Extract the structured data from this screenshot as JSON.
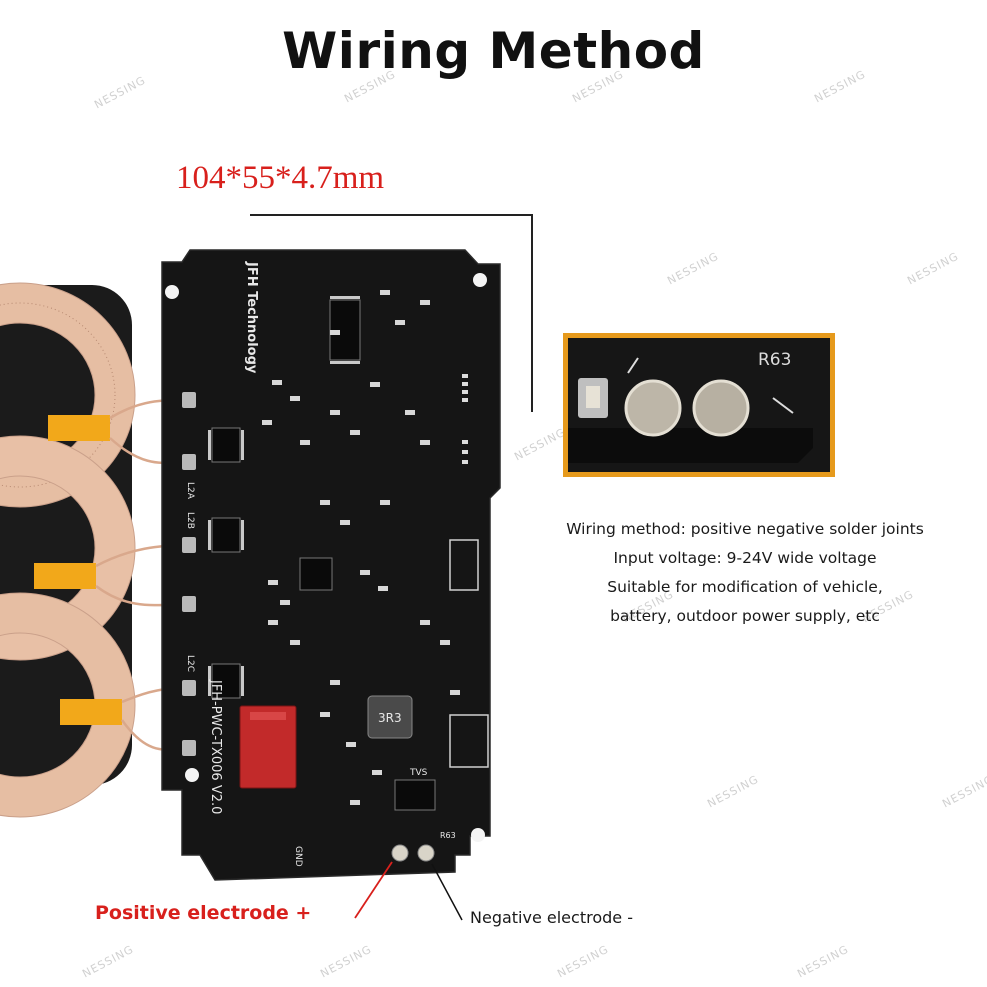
{
  "title": "Wiring Method",
  "dimensions": "104*55*4.7mm",
  "inset_label": "R63",
  "description_lines": [
    "Wiring method: positive negative solder joints",
    "Input voltage: 9-24V wide voltage",
    "Suitable for modification of vehicle,",
    "battery, outdoor power supply, etc"
  ],
  "positive_label": "Positive electrode +",
  "negative_label": "Negative electrode -",
  "board": {
    "brand": "JFH Technology",
    "model": "JFH-PWC-TX006 V2.0",
    "inductor": "3R3",
    "coil_labels": [
      "L2A",
      "L2B",
      "L2C"
    ],
    "gnd": "GND",
    "tvs": "TVS",
    "r63": "R63"
  },
  "watermark": "NESSING",
  "colors": {
    "accent_red": "#d8201c",
    "inset_border": "#e69a1c",
    "pcb": "#151515",
    "coil_wire": "#e8c2a8",
    "kapton_tape": "#f2a81a"
  }
}
